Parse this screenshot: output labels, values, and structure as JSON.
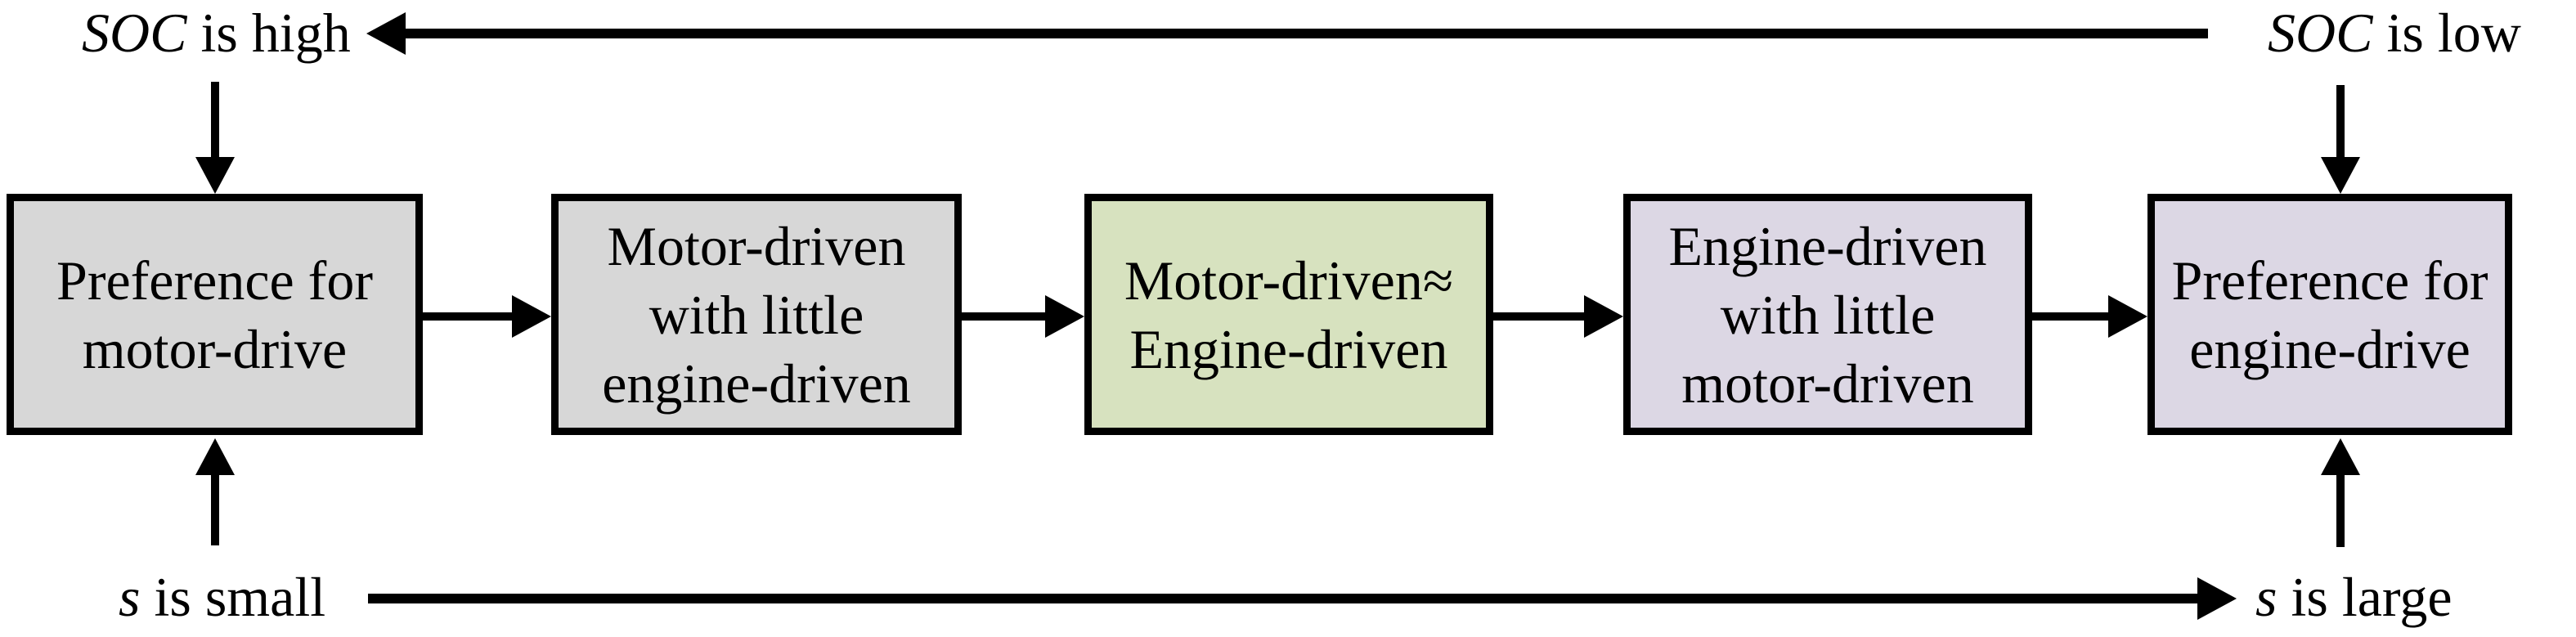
{
  "diagram": {
    "top_left_label": {
      "variable": "SOC",
      "text": " is high"
    },
    "top_right_label": {
      "variable": "SOC",
      "text": " is low"
    },
    "bottom_left_label": {
      "variable": "s",
      "text": " is small"
    },
    "bottom_right_label": {
      "variable": "s",
      "text": " is large"
    },
    "boxes": [
      {
        "id": "preference-for-motor-drive",
        "lines": [
          "Preference for",
          "motor-drive"
        ],
        "fill": "#d7d7d7"
      },
      {
        "id": "motor-driven-with-little-engine-driven",
        "lines": [
          "Motor-driven",
          "with little",
          "engine-driven"
        ],
        "fill": "#d7d7d7"
      },
      {
        "id": "motor-driven-approx-engine-driven",
        "lines": [
          "Motor-driven≈",
          "Engine-driven"
        ],
        "fill": "#d7e2bf"
      },
      {
        "id": "engine-driven-with-little-motor-driven",
        "lines": [
          "Engine-driven",
          "with little",
          "motor-driven"
        ],
        "fill": "#dcd7e4"
      },
      {
        "id": "preference-for-engine-drive",
        "lines": [
          "Preference for",
          "engine-drive"
        ],
        "fill": "#dcd7e4"
      }
    ],
    "icons": [
      {
        "name": "soc-feedback-arrowhead",
        "glyph": "left-arrow"
      },
      {
        "name": "soc-high-down-arrowhead",
        "glyph": "down-arrow"
      },
      {
        "name": "soc-low-down-arrowhead",
        "glyph": "down-arrow"
      },
      {
        "name": "flow-arrowhead",
        "glyph": "right-arrow"
      },
      {
        "name": "s-small-up-arrowhead",
        "glyph": "up-arrow"
      },
      {
        "name": "s-large-up-arrowhead",
        "glyph": "up-arrow"
      },
      {
        "name": "s-axis-arrowhead",
        "glyph": "right-arrow"
      }
    ],
    "colors": {
      "line": "#000000",
      "box_gray": "#d7d7d7",
      "box_green": "#d7e2bf",
      "box_lavender": "#dcd7e4",
      "background": "#ffffff"
    }
  }
}
